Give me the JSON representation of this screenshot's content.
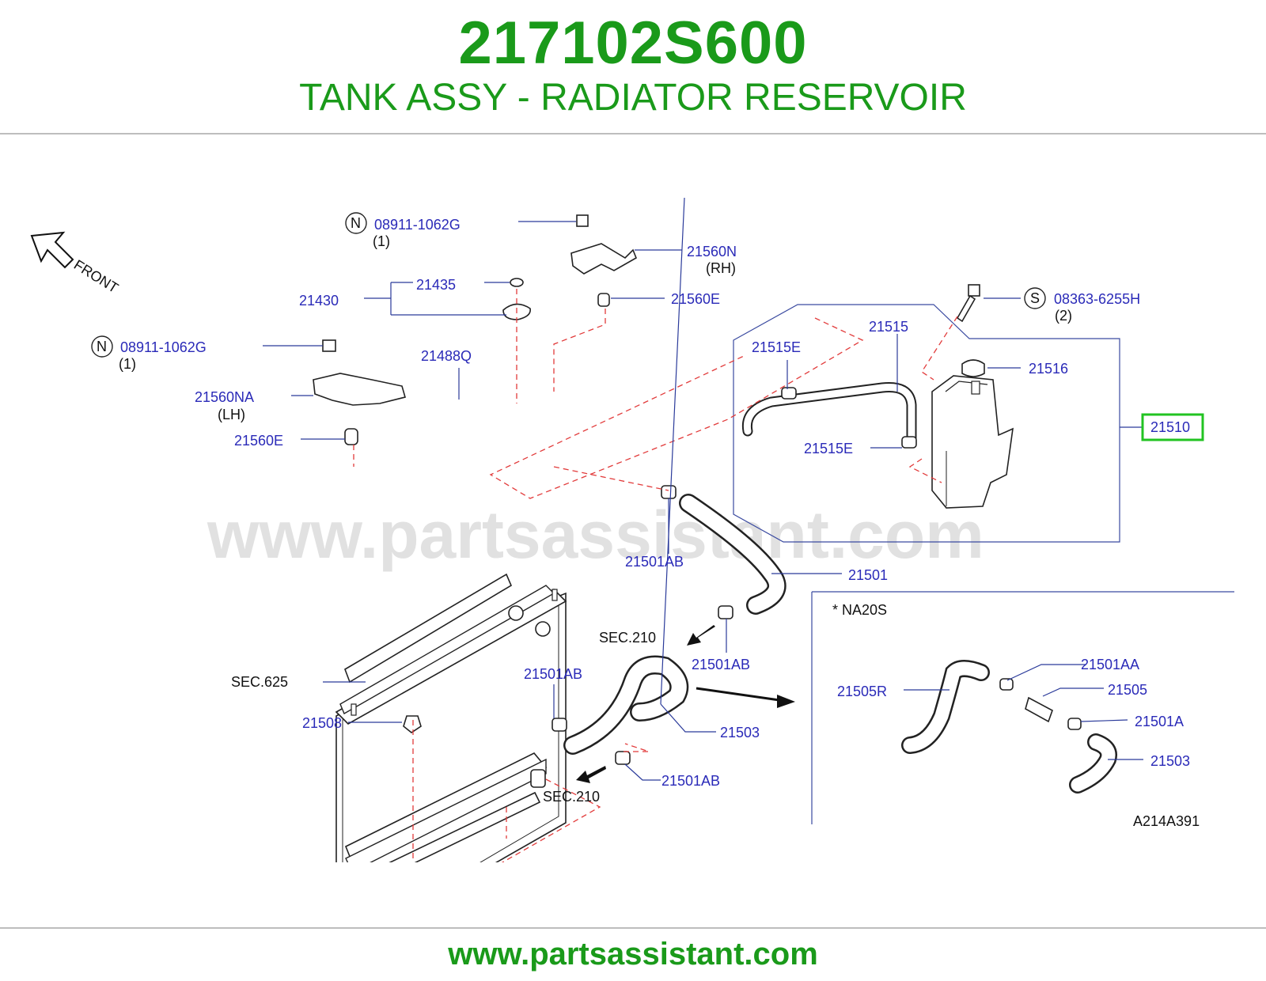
{
  "header": {
    "part_number": "217102S600",
    "part_name": "TANK ASSY - RADIATOR RESERVOIR"
  },
  "footer": {
    "url": "www.partsassistant.com"
  },
  "diagram": {
    "watermark": "www.partsassistant.com",
    "front_label": "FRONT",
    "nut_symbol": "N",
    "screw_symbol": "S",
    "callouts": {
      "nut_top": "08911-1062G",
      "nut_top_qty": "(1)",
      "nut_left": "08911-1062G",
      "nut_left_qty": "(1)",
      "screw": "08363-6255H",
      "screw_qty": "(2)",
      "p21560N": "21560N",
      "rh": "(RH)",
      "p21435": "21435",
      "p21430": "21430",
      "p21560E_top": "21560E",
      "p21488Q": "21488Q",
      "p21560NA": "21560NA",
      "lh": "(LH)",
      "p21560E_left": "21560E",
      "p21515": "21515",
      "p21515E_top": "21515E",
      "p21516": "21516",
      "p21510": "21510",
      "p21515E_bottom": "21515E",
      "p21501AB_1": "21501AB",
      "p21501": "21501",
      "sec210_top": "SEC.210",
      "p21501AB_2": "21501AB",
      "sec625": "SEC.625",
      "p21501AB_3": "21501AB",
      "p21503": "21503",
      "p21508": "21508",
      "p21501AB_4": "21501AB",
      "sec210_bottom": "SEC.210",
      "na20s": "*   NA20S",
      "p21505R": "21505R",
      "p21501AA": "21501AA",
      "p21505": "21505",
      "p21501A": "21501A",
      "p21503_inset": "21503",
      "ref_code": "A214A391"
    },
    "highlight_color": "#22c322"
  }
}
